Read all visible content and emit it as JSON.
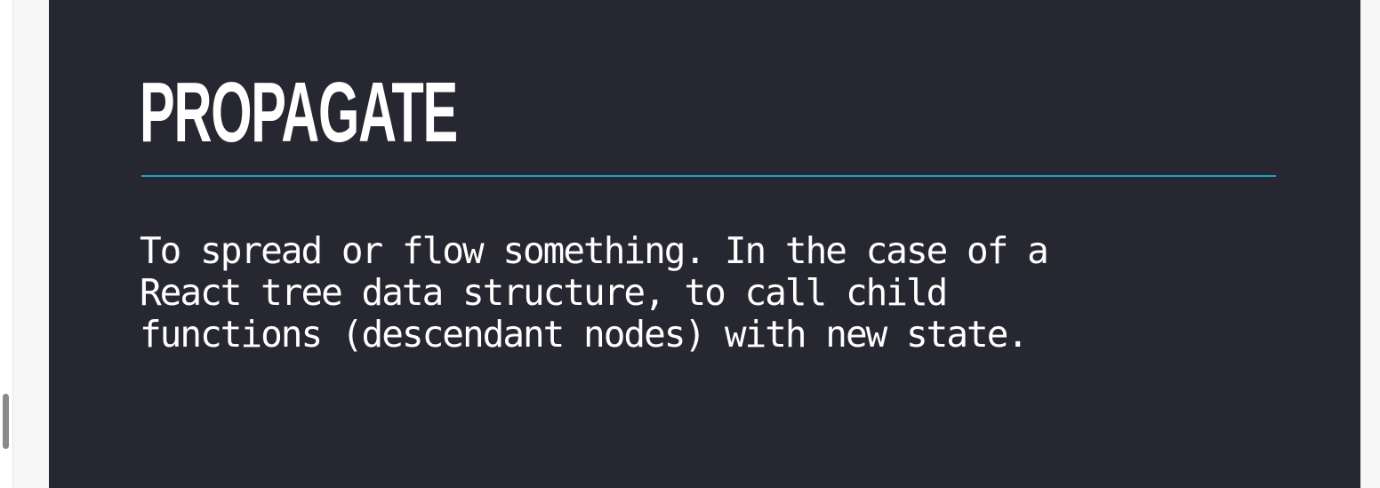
{
  "slide": {
    "title": "PROPAGATE",
    "body_lines": [
      "To spread or flow something. In the case of a",
      "React tree data structure, to call child",
      "functions (descendant nodes) with new state."
    ]
  },
  "colors": {
    "slide_background": "#262731",
    "title_text": "#ffffff",
    "rule_accent": "#1ea3c7",
    "body_text": "#ffffff"
  }
}
